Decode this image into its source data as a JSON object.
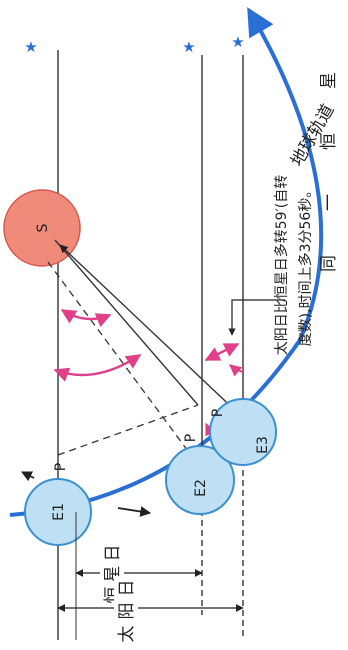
{
  "figure": {
    "labels": {
      "sun": "S",
      "earth_1": "E1",
      "earth_2": "E2",
      "earth_3": "E3",
      "point_p": "P",
      "sidereal_day": "恒星日",
      "solar_day": "太阳日",
      "same_star": "同一恒星",
      "orbit": "地球轨道",
      "note_line_1": "太阳日比恒星日多转59′(自转",
      "note_line_2": "度数),时间上多3分56秒。"
    },
    "colors": {
      "sun_fill": "#f08a7a",
      "sun_stroke": "#d45a4a",
      "earth_fill": "#bfe0f4",
      "earth_stroke": "#3a8fd0",
      "orbit": "#2a6fd6",
      "angle_arrow": "#e0408a",
      "star": "#2a6fd6",
      "line": "#333333"
    }
  }
}
